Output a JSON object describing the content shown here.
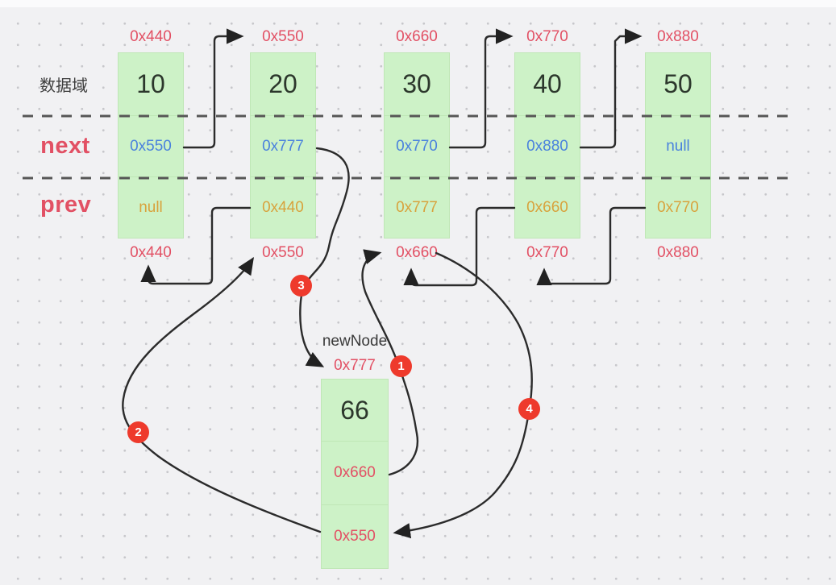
{
  "diagram": {
    "title_hint": "doubly linked list insertion",
    "row_labels": {
      "data": "数据域",
      "next": "next",
      "prev": "prev"
    },
    "nodes": [
      {
        "address": "0x440",
        "value": "10",
        "next": "0x550",
        "prev": "null",
        "bottom_address": "0x440"
      },
      {
        "address": "0x550",
        "value": "20",
        "next": "0x777",
        "prev": "0x440",
        "bottom_address": "0x550"
      },
      {
        "address": "0x660",
        "value": "30",
        "next": "0x770",
        "prev": "0x777",
        "bottom_address": "0x660"
      },
      {
        "address": "0x770",
        "value": "40",
        "next": "0x880",
        "prev": "0x660",
        "bottom_address": "0x770"
      },
      {
        "address": "0x880",
        "value": "50",
        "next": "null",
        "prev": "0x770",
        "bottom_address": "0x880"
      }
    ],
    "new_node": {
      "label": "newNode",
      "address": "0x777",
      "value": "66",
      "next": "0x660",
      "prev": "0x550"
    },
    "steps": [
      {
        "label": "1"
      },
      {
        "label": "2"
      },
      {
        "label": "3"
      },
      {
        "label": "4"
      }
    ],
    "connections": [
      {
        "step": "1",
        "from": "newNode.next",
        "to": "0x660"
      },
      {
        "step": "2",
        "from": "newNode.prev",
        "to": "0x550"
      },
      {
        "step": "3",
        "from": "node(0x550).next",
        "to": "newNode 0x777"
      },
      {
        "step": "4",
        "from": "node(0x660).prev",
        "to": "newNode"
      },
      {
        "from": "node(0x440).next",
        "to": "0x550"
      },
      {
        "from": "node(0x660).next",
        "to": "0x770"
      },
      {
        "from": "node(0x770).next",
        "to": "0x880"
      },
      {
        "from": "node(0x550).prev",
        "to": "0x440"
      },
      {
        "from": "node(0x770).prev",
        "to": "0x660"
      },
      {
        "from": "node(0x880).prev",
        "to": "0x770"
      }
    ],
    "colors": {
      "node_fill": "#cdf2c7",
      "address_text": "#e25064",
      "next_pointer_text": "#4a82dd",
      "prev_pointer_text": "#d8a23c",
      "data_text": "#2c372c",
      "arrow": "#2b2b2b",
      "step_badge": "#ee3a2c",
      "background": "#f1f1f3"
    }
  }
}
